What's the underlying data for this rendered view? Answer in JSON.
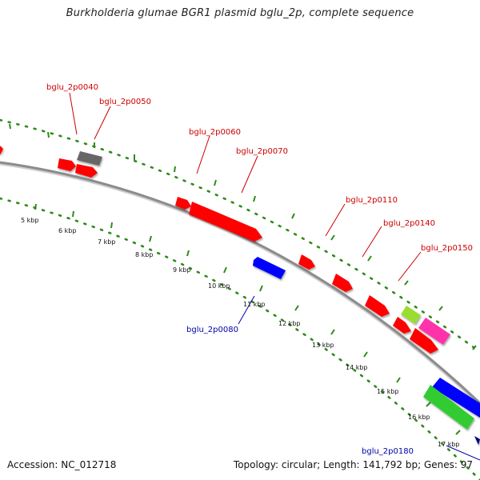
{
  "title": "Burkholderia glumae BGR1 plasmid bglu_2p, complete sequence",
  "footer": {
    "accession": "Accession: NC_012718",
    "summary": "Topology: circular; Length: 141,792 bp; Genes: 97"
  },
  "scale": {
    "labels": [
      "5 kbp",
      "6 kbp",
      "7 kbp",
      "8 kbp",
      "9 kbp",
      "10 kbp",
      "11 kbp",
      "12 kbp",
      "13 kbp",
      "14 kbp",
      "15 kbp",
      "16 kbp",
      "17 kbp"
    ]
  },
  "gene_labels": [
    {
      "text": "bglu_2p0040",
      "color": "#cc0000"
    },
    {
      "text": "bglu_2p0050",
      "color": "#cc0000"
    },
    {
      "text": "bglu_2p0060",
      "color": "#cc0000"
    },
    {
      "text": "bglu_2p0070",
      "color": "#cc0000"
    },
    {
      "text": "bglu_2p0110",
      "color": "#cc0000"
    },
    {
      "text": "bglu_2p0140",
      "color": "#cc0000"
    },
    {
      "text": "bglu_2p0150",
      "color": "#cc0000"
    },
    {
      "text": "bglu_2p0080",
      "color": "#0000aa"
    },
    {
      "text": "bglu_2p0180",
      "color": "#0000aa"
    }
  ],
  "colors": {
    "backbone": "#8c8c8c",
    "tick_green": "#2f8a1a",
    "gene_red": "#ff0000",
    "gene_blue": "#0000ff",
    "gene_gray": "#666666",
    "gene_green": "#33cc33",
    "gene_lime": "#99dd33",
    "gene_magenta": "#ff33aa",
    "line_red": "#cc0000",
    "line_blue": "#0000aa"
  }
}
